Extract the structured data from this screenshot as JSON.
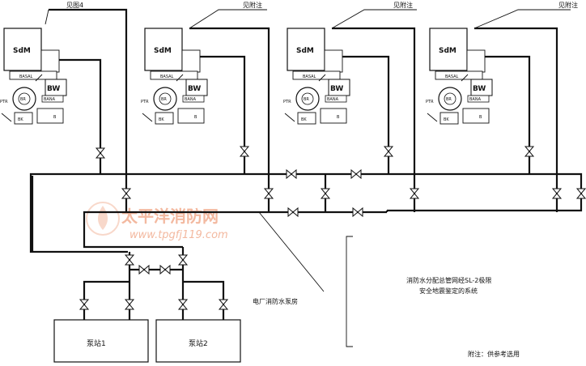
{
  "callouts": {
    "see_fig4": "见图4",
    "see_note_2": "见附注",
    "see_note_3": "见附注",
    "see_note_4": "见附注"
  },
  "unit": {
    "sdm": "SdM",
    "bw": "BW",
    "br": "BR",
    "bk": "BK",
    "basal": "BASAL",
    "bana": "BANA",
    "ptr": "PTR",
    "b": "B"
  },
  "pump_stations": [
    {
      "label": "泵站1"
    },
    {
      "label": "泵站2"
    }
  ],
  "pump_house_label": "电厂消防水泵房",
  "system_note": {
    "line1": "消防水分配总管网经SL-2极限",
    "line2": "安全地震鉴定的系统"
  },
  "footnote": "附注：供参考选用",
  "watermark": {
    "logo_text": "太平洋消防网",
    "url_text": "www.tpgfj119.com"
  }
}
